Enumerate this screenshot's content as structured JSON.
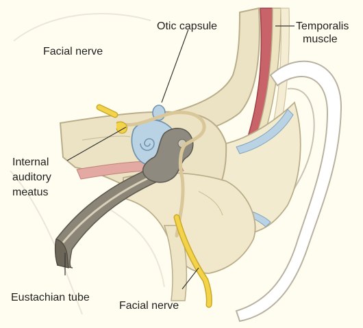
{
  "labels": {
    "otic_capsule": "Otic capsule",
    "temporalis_line1": "Temporalis",
    "temporalis_line2": "muscle",
    "facial_nerve_top": "Facial nerve",
    "internal_line1": "Internal",
    "internal_line2": "auditory",
    "internal_line3": "meatus",
    "eustachian_tube": "Eustachian tube",
    "facial_nerve_bottom": "Facial nerve"
  },
  "colors": {
    "background": "#fffdf0",
    "bone": "#ece3c4",
    "bone_outline": "#b9ad89",
    "nerve": "#f3d34a",
    "nerve_outline": "#c9a82a",
    "muscle": "#c9636a",
    "otic_blue": "#b9d3e4",
    "ossicle_gray": "#8e8a7f",
    "mucosa_pink": "#e3aaa4",
    "tube_brown": "#7b7566",
    "leader_line": "#333333"
  }
}
